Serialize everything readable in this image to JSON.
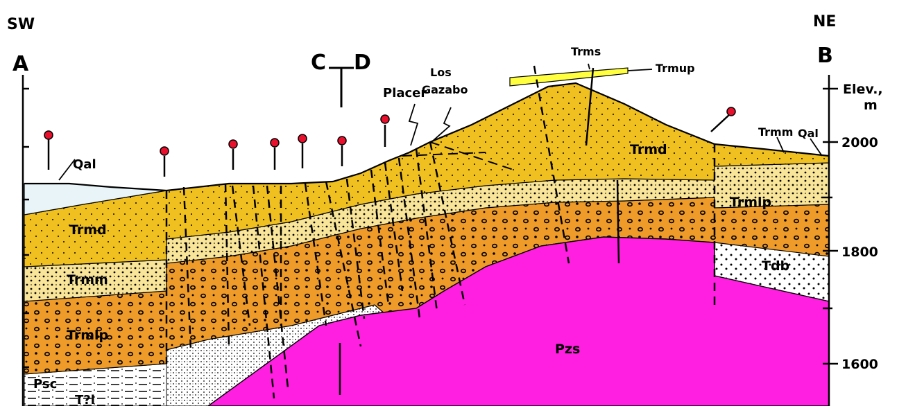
{
  "diagram": {
    "orientation": {
      "left": "SW",
      "right": "NE"
    },
    "endpoints": {
      "start": "A",
      "end": "B"
    },
    "section_marker": {
      "left": "C",
      "right": "D"
    },
    "place_labels": {
      "placer": "Placer",
      "las_line1": "Los",
      "las_line2": "Gazabo"
    },
    "scale": {
      "title_line1": "Elev.,",
      "title_line2": "m",
      "ticks": [
        "2000",
        "1800",
        "1600"
      ]
    },
    "units": {
      "qal_left": "Qal",
      "qal_right": "Qal",
      "trmd_left": "Trmd",
      "trmd_right": "Trmd",
      "trmm_left": "Trmm",
      "trmm_right": "Trmm",
      "trmlp_left": "Trmlp",
      "trmlp_right": "Trmlp",
      "tdb": "Tdb",
      "pzs": "Pzs",
      "psc": "Psc",
      "tpl": "T?l",
      "trms": "Trms",
      "trmup": "Trmup"
    },
    "colors": {
      "trmd": "#f0c020",
      "trmm": "#f8e59a",
      "trmlp": "#ee9b2a",
      "pzs": "#ff1fe0",
      "qal": "#e8f4f8",
      "tdb": "#ffffff",
      "trmup": "#ffff40",
      "wells": "#e8102c"
    }
  }
}
